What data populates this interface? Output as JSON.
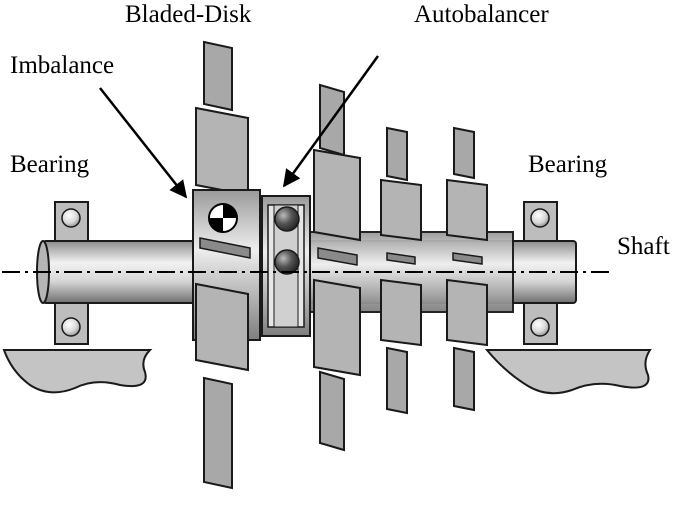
{
  "labels": {
    "bladed_disk": "Bladed-Disk",
    "autobalancer": "Autobalancer",
    "imbalance": "Imbalance",
    "bearing_left": "Bearing",
    "bearing_right": "Bearing",
    "shaft": "Shaft"
  },
  "colors": {
    "outline": "#1a1a1a",
    "blade_fill": "#a8a8a8",
    "blade_dark": "#8a8a8a",
    "shaft_light": "#e6e6e6",
    "shaft_dark": "#7a7a7a",
    "ground_fill": "#c4c4c4",
    "ball_fill": "#4a4a4a"
  }
}
